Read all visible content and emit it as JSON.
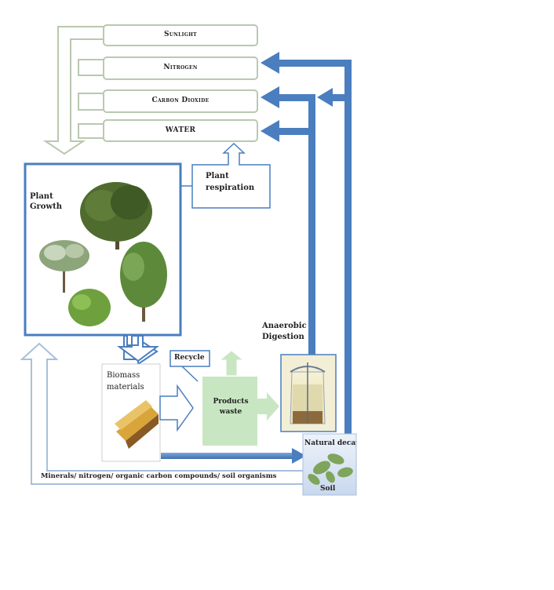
{
  "nutrients": [
    "Sunlight",
    "Nitrogen",
    "Carbon Dioxide",
    "WATER"
  ],
  "plant_growth_label": "Plant Growth",
  "plant_respiration_label": "Plant respiration",
  "anaerobic_label": "Anaerobic Digestion",
  "recycle_label": "Recycle",
  "biomass_label": "Biomass materials",
  "products_waste_label": "Products waste",
  "natural_decay_label": "Natural decay",
  "soil_label": "Soil",
  "minerals_label": "Minerals/ nitrogen/ organic carbon compounds/ soil organisms",
  "colors": {
    "blue_arrow": "#4a7ebf",
    "light_green": "#c9e6c2",
    "grey_green_outline": "#b9cbb2",
    "box_border": "#4a7ebf"
  },
  "icons": [
    "tree-icon",
    "biomass-wood-icon",
    "digester-tank-icon",
    "leaf-icon"
  ]
}
